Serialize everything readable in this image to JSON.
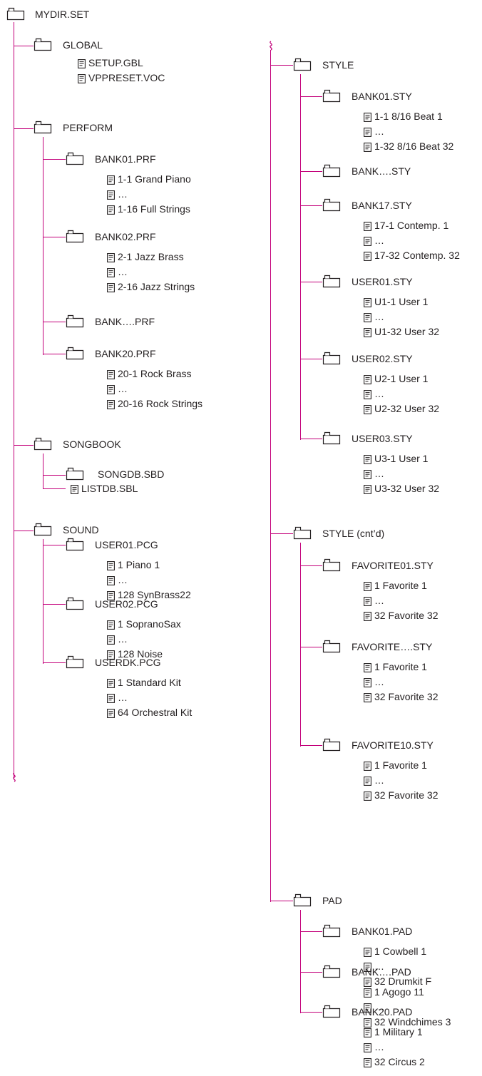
{
  "colors": {
    "line": "#c3007a",
    "text": "#231f20",
    "icon_stroke": "#231f20"
  },
  "icons": {
    "folder": "folder-icon",
    "file": "file-icon",
    "break": "tree-break-icon"
  },
  "root": {
    "label": "MYDIR.SET"
  },
  "left": {
    "global": {
      "label": "GLOBAL",
      "files": [
        "SETUP.GBL",
        "VPPRESET.VOC"
      ]
    },
    "perform": {
      "label": "PERFORM",
      "banks": [
        {
          "label": "BANK01.PRF",
          "files": [
            "1-1 Grand Piano",
            "…",
            "1-16 Full Strings"
          ]
        },
        {
          "label": "BANK02.PRF",
          "files": [
            "2-1 Jazz Brass",
            "…",
            "2-16 Jazz Strings"
          ]
        },
        {
          "label": "BANK….PRF",
          "files": []
        },
        {
          "label": "BANK20.PRF",
          "files": [
            "20-1 Rock Brass",
            "…",
            "20-16 Rock Strings"
          ]
        }
      ]
    },
    "songbook": {
      "label": "SONGBOOK",
      "folder": "SONGDB.SBD",
      "file": "LISTDB.SBL"
    },
    "sound": {
      "label": "SOUND",
      "banks": [
        {
          "label": "USER01.PCG",
          "files": [
            "1 Piano 1",
            "…",
            "128 SynBrass22"
          ]
        },
        {
          "label": "USER02.PCG",
          "files": [
            "1 SopranoSax",
            "…",
            "128 Noise"
          ]
        },
        {
          "label": "USERDK.PCG",
          "files": [
            "1 Standard Kit",
            "…",
            "64 Orchestral Kit"
          ]
        }
      ]
    }
  },
  "right": {
    "style": {
      "label": "STYLE",
      "banks": [
        {
          "label": "BANK01.STY",
          "files": [
            "1-1 8/16 Beat 1",
            "…",
            "1-32 8/16 Beat 32"
          ]
        },
        {
          "label": "BANK….STY",
          "files": []
        },
        {
          "label": "BANK17.STY",
          "files": [
            "17-1 Contemp. 1",
            "…",
            "17-32 Contemp. 32"
          ]
        },
        {
          "label": "USER01.STY",
          "files": [
            "U1-1 User 1",
            "…",
            "U1-32 User 32"
          ]
        },
        {
          "label": "USER02.STY",
          "files": [
            "U2-1 User 1",
            "…",
            "U2-32 User 32"
          ]
        },
        {
          "label": "USER03.STY",
          "files": [
            "U3-1 User 1",
            "…",
            "U3-32 User 32"
          ]
        }
      ]
    },
    "style_cont": {
      "label": "STYLE (cnt’d)",
      "banks": [
        {
          "label": "FAVORITE01.STY",
          "files": [
            "1 Favorite 1",
            "…",
            "32 Favorite 32"
          ]
        },
        {
          "label": "FAVORITE….STY",
          "files": [
            "1 Favorite 1",
            "…",
            "32 Favorite 32"
          ]
        },
        {
          "label": "FAVORITE10.STY",
          "files": [
            "1 Favorite 1",
            "…",
            "32 Favorite 32"
          ]
        }
      ]
    },
    "pad": {
      "label": "PAD",
      "banks": [
        {
          "label": "BANK01.PAD",
          "files": [
            "1 Cowbell 1",
            "…",
            "32 Drumkit F"
          ]
        },
        {
          "label": "BANK….PAD",
          "files": [
            "1 Agogo 11",
            "…",
            "32 Windchimes 3"
          ]
        },
        {
          "label": "BANK20.PAD",
          "files": [
            "1 Military 1",
            "…",
            "32 Circus 2"
          ]
        }
      ]
    }
  }
}
